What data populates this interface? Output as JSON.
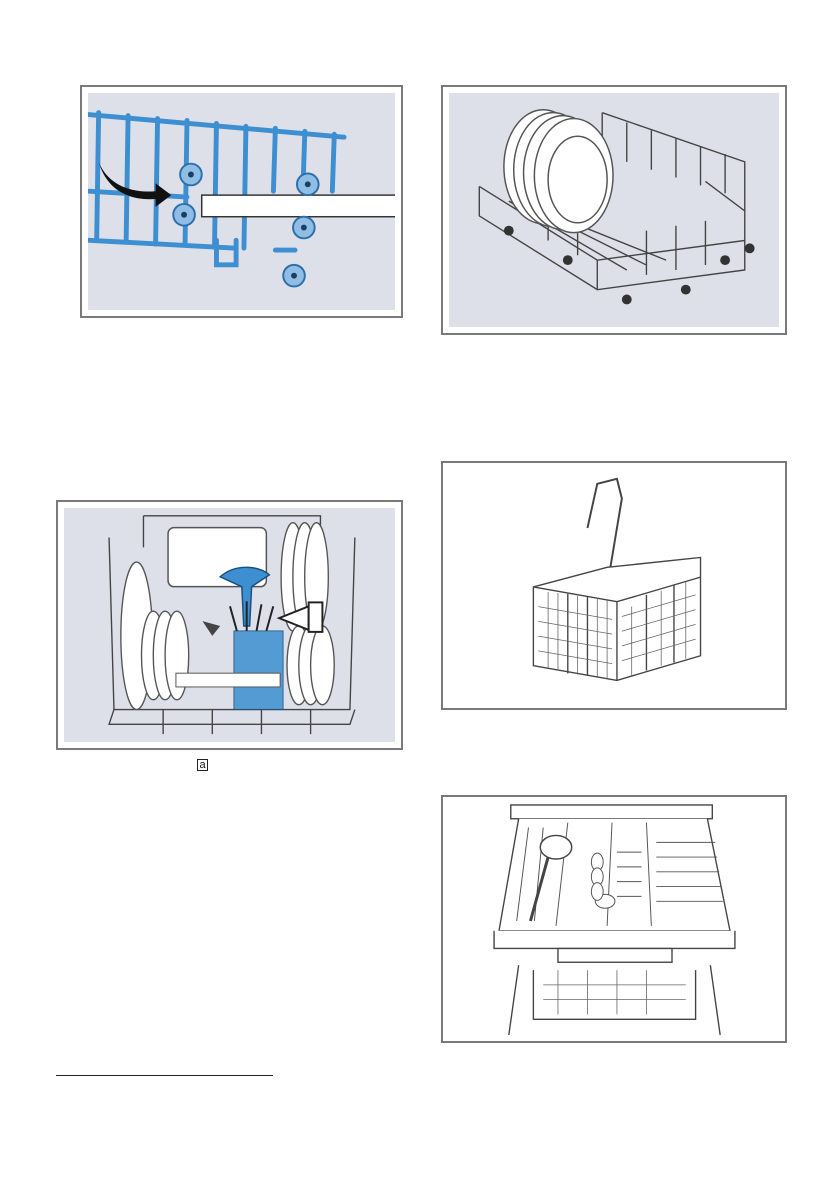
{
  "figures": [
    {
      "id": "fig-rack-rollers",
      "description_icon": "rack-roller-adjust"
    },
    {
      "id": "fig-plates-rack",
      "description_icon": "plates-in-rack"
    },
    {
      "id": "fig-loaded-lower-rack",
      "description_icon": "loaded-rack-with-basket"
    },
    {
      "id": "fig-cutlery-basket",
      "description_icon": "cutlery-basket"
    },
    {
      "id": "fig-cutlery-drawer",
      "description_icon": "cutlery-drawer"
    }
  ],
  "callout_label": "a",
  "colors": {
    "accent_blue": "#3d8fd1",
    "panel_gray": "#dde0e8",
    "frame": "#7a7a7a"
  }
}
